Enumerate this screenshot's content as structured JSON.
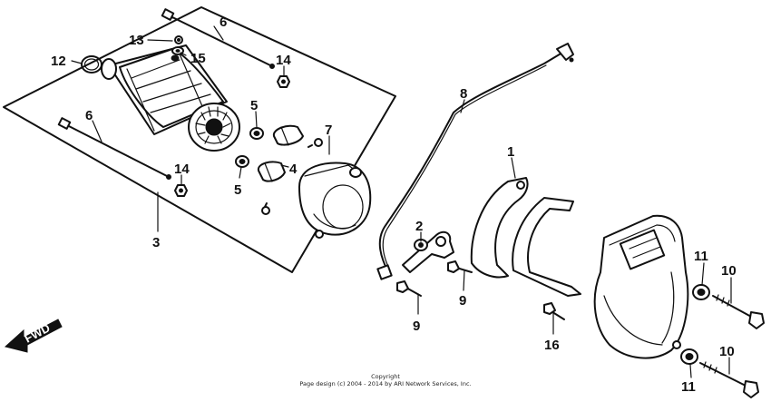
{
  "callouts": {
    "c1": "1",
    "c2": "2",
    "c3": "3",
    "c4": "4",
    "c5a": "5",
    "c5b": "5",
    "c6a": "6",
    "c6b": "6",
    "c7": "7",
    "c8": "8",
    "c9a": "9",
    "c9b": "9",
    "c10a": "10",
    "c10b": "10",
    "c11a": "11",
    "c11b": "11",
    "c12": "12",
    "c13": "13",
    "c14a": "14",
    "c14b": "14",
    "c15": "15",
    "c16": "16"
  },
  "fwd_label": "FWD",
  "copyright": {
    "line1": "Copyright",
    "line2": "Page design (c) 2004 - 2014 by ARI Network Services, Inc."
  }
}
